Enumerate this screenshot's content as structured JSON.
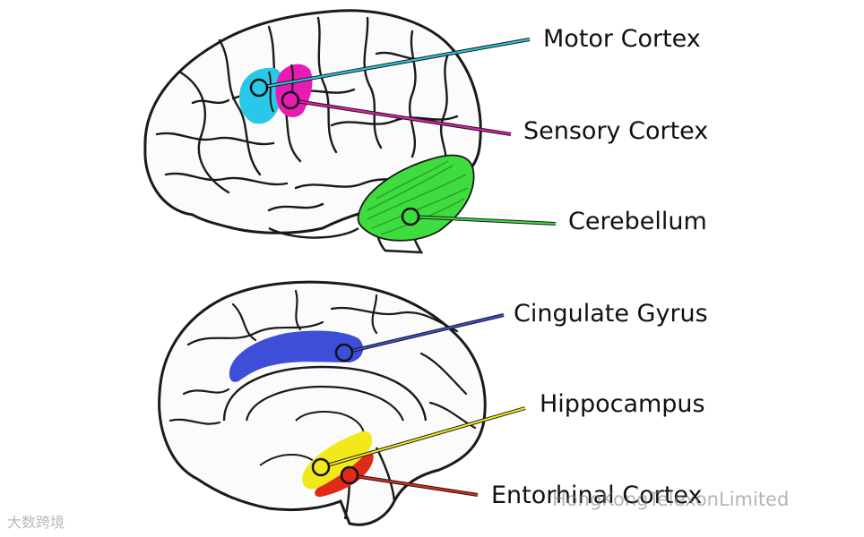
{
  "labels": {
    "motor": "Motor Cortex",
    "sensory": "Sensory Cortex",
    "cerebellum": "Cerebellum",
    "cingulate": "Cingulate Gyrus",
    "hippocampus": "Hippocampus",
    "entorhinal": "Entorhinal Cortex"
  },
  "colors": {
    "motor": "#2ac8e8",
    "sensory": "#e81cb4",
    "cerebellum": "#3fdc3f",
    "cingulate": "#3d4fd8",
    "hippocampus": "#f2e81a",
    "entorhinal": "#e02a1a"
  },
  "watermarks": {
    "right": "HongKongTelexonLimited",
    "left": "大数跨境"
  }
}
